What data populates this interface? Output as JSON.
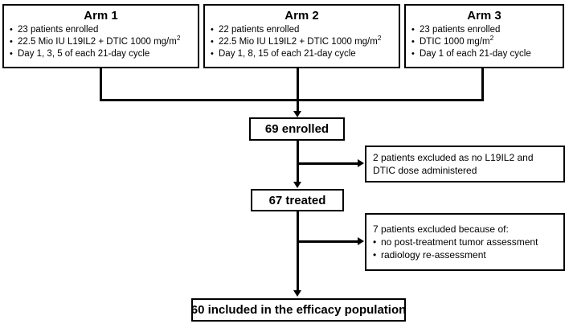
{
  "diagram": {
    "title": "Patient disposition flow diagram",
    "type": "consort-flowchart",
    "line_color": "#000000",
    "background_color": "#ffffff"
  },
  "arms": [
    {
      "title": "Arm 1",
      "bullets": [
        "23 patients enrolled",
        "22.5 Mio IU L19IL2 + DTIC 1000 mg/m",
        "Day 1, 3, 5 of each 21-day cycle"
      ],
      "superscript": "2",
      "superscript_on_bullet": 1,
      "patients_enrolled": 23
    },
    {
      "title": "Arm 2",
      "bullets": [
        "22 patients enrolled",
        "22.5 Mio IU L19IL2 + DTIC 1000 mg/m",
        "Day 1, 8, 15 of each 21-day cycle"
      ],
      "superscript": "2",
      "superscript_on_bullet": 1,
      "patients_enrolled": 22
    },
    {
      "title": "Arm 3",
      "bullets": [
        "23 patients enrolled",
        "DTIC 1000 mg/m",
        "Day 1 of each 21-day cycle"
      ],
      "superscript": "2",
      "superscript_on_bullet": 1,
      "patients_enrolled": 23
    }
  ],
  "stages": {
    "enrolled": {
      "label": "69 enrolled",
      "count": 69
    },
    "treated": {
      "label": "67 treated",
      "count": 67
    },
    "efficacy": {
      "label": "60 included in the efficacy population",
      "count": 60
    }
  },
  "exclusions": [
    {
      "lines": [
        "2 patients excluded as no L19IL2 and",
        "DTIC dose administered"
      ],
      "bullets": [],
      "count": 2
    },
    {
      "lines": [
        "7 patients excluded because of:"
      ],
      "bullets": [
        "no post-treatment tumor assessment",
        "radiology re-assessment"
      ],
      "count": 7
    }
  ]
}
